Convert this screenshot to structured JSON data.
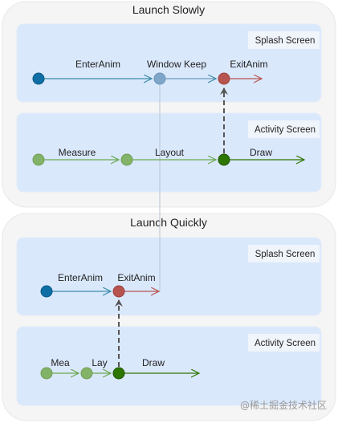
{
  "colors": {
    "group_fill": "#f5f5f5",
    "group_stroke": "#e8e8e8",
    "lane_fill": "#dae8fc",
    "lane_label_fill": "#f0f4fb",
    "blue_node": "#0f6fa4",
    "light_blue_node": "#7ea6c8",
    "red_node": "#b85450",
    "green_node": "#82b366",
    "dark_green_node": "#2d7600",
    "teal_arrow": "#3a8aa8",
    "red_arrow": "#b85450",
    "green_arrow": "#6aa84f",
    "dark_green_arrow": "#2d7600",
    "dashed_arrow": "#555555",
    "connector_line": "#b8c4d0"
  },
  "groups": {
    "slow": {
      "title": "Launch Slowly",
      "splash_label": "Splash Screen",
      "activity_label": "Activity Screen",
      "splash_steps": {
        "enter": "EnterAnim",
        "window_keep": "Window Keep",
        "exit": "ExitAnim"
      },
      "activity_steps": {
        "measure": "Measure",
        "layout": "Layout",
        "draw": "Draw"
      }
    },
    "quick": {
      "title": "Launch Quickly",
      "splash_label": "Splash Screen",
      "activity_label": "Activity Screen",
      "splash_steps": {
        "enter": "EnterAnim",
        "exit": "ExitAnim"
      },
      "activity_steps": {
        "measure": "Mea",
        "layout": "Lay",
        "draw": "Draw"
      }
    }
  },
  "watermark": "@稀土掘金技术社区"
}
